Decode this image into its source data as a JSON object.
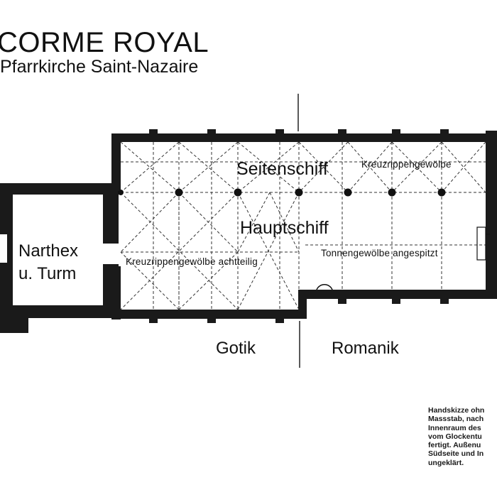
{
  "header": {
    "title": "CORME ROYAL",
    "subtitle": "Pfarrkirche Saint-Nazaire"
  },
  "plan": {
    "aisle": "Seitenschiff",
    "aisle_vault": "Kreuzrippengewölbe",
    "nave": "Hauptschiff",
    "nave_vault_gothic": "Kreuzrippengewölbe achtteilig",
    "nave_vault_romanesque": "Tonnengewölbe angespitzt",
    "narthex_line1": "Narthex",
    "narthex_line2": "u. Turm"
  },
  "periods": {
    "left": "Gotik",
    "right": "Romanik"
  },
  "note": {
    "lines": [
      "Handskizze ohn",
      "Massstab, nach",
      "Innenraum des",
      "vom Glockentu",
      "fertigt. Außenu",
      "Südseite und In",
      "ungeklärt."
    ]
  },
  "colors": {
    "ink": "#111111",
    "background": "#ffffff"
  }
}
